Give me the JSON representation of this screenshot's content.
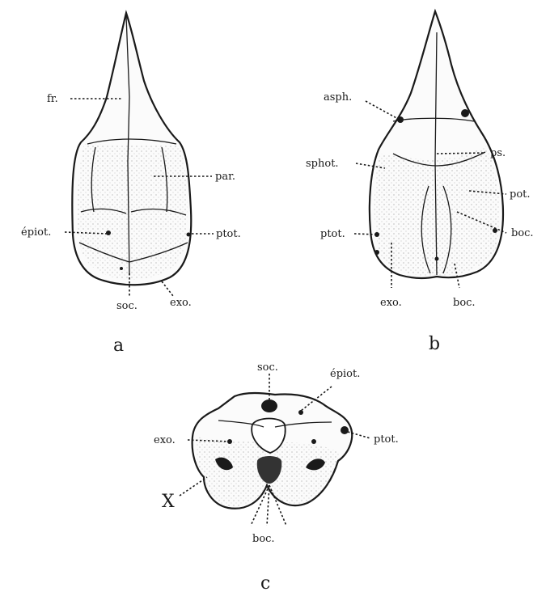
{
  "panels": {
    "a": {
      "letter": "a",
      "labels": {
        "fr": "fr.",
        "par": "par.",
        "epiot": "épiot.",
        "ptot": "ptot.",
        "soc": "soc.",
        "exo": "exo."
      }
    },
    "b": {
      "letter": "b",
      "labels": {
        "asph": "asph.",
        "ps": "ps.",
        "sphot": "sphot.",
        "pot": "pot.",
        "ptot": "ptot.",
        "boc_right": "boc.",
        "exo": "exo.",
        "boc_bottom": "boc."
      }
    },
    "c": {
      "letter": "c",
      "labels": {
        "soc": "soc.",
        "epiot": "épiot.",
        "exo": "exo.",
        "ptot": "ptot.",
        "x": "X",
        "boc": "boc."
      }
    }
  }
}
